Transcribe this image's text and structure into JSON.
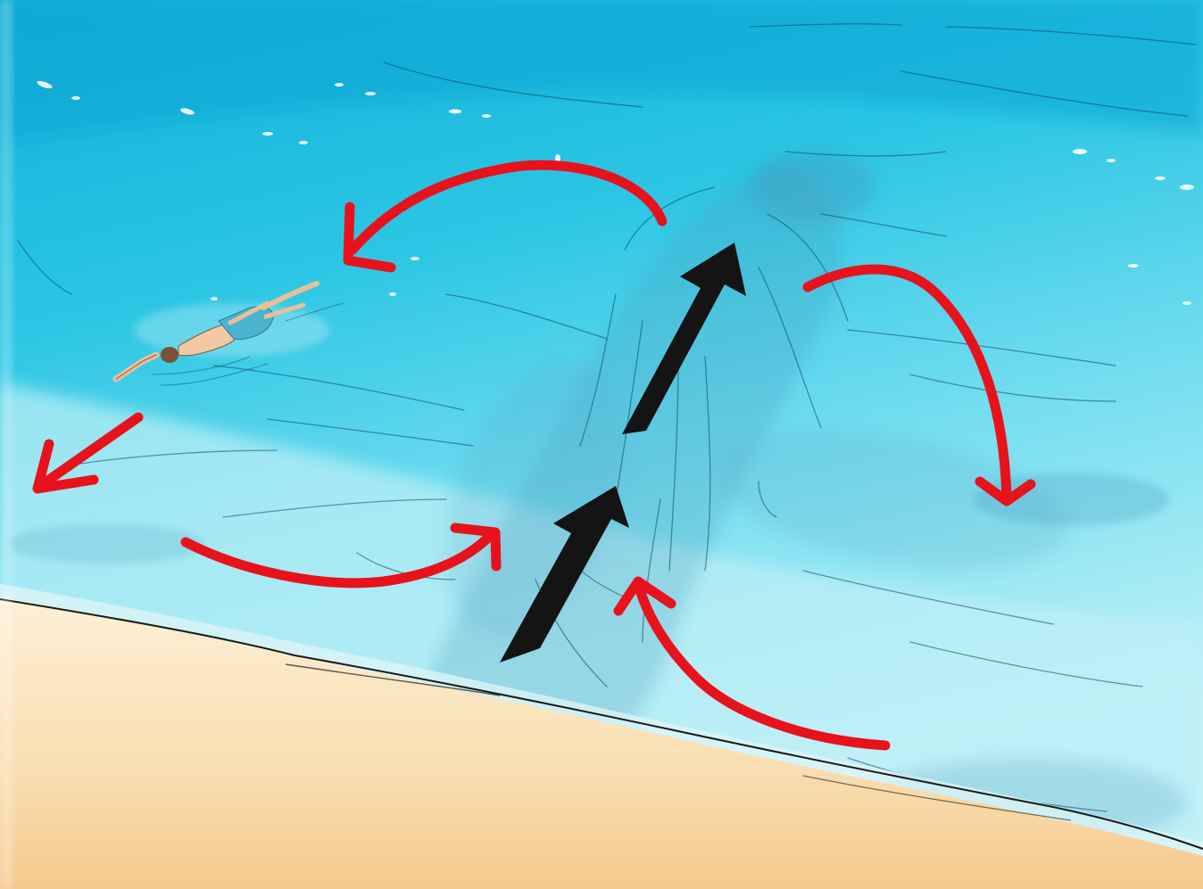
{
  "illustration": {
    "subject": "rip-current",
    "colors": {
      "deep_water": "#13b2dc",
      "mid_water": "#3fd0e8",
      "shallow_water": "#a9ecf4",
      "foam": "#e4fbfd",
      "sand_light": "#fbe9c9",
      "sand_dark": "#f6cf98",
      "current_arrow": "#141414",
      "circulation_arrow": "#e8121c",
      "skin": "#f2c9a3",
      "swimsuit": "#4cb3cf"
    },
    "arrows": {
      "rip_current": [
        "upward-arrow-lower",
        "upward-arrow-upper"
      ],
      "circulation": [
        "curve-left-top",
        "curve-right-top",
        "curve-left-bottom",
        "curve-right-bottom",
        "short-left-arrow"
      ]
    }
  }
}
